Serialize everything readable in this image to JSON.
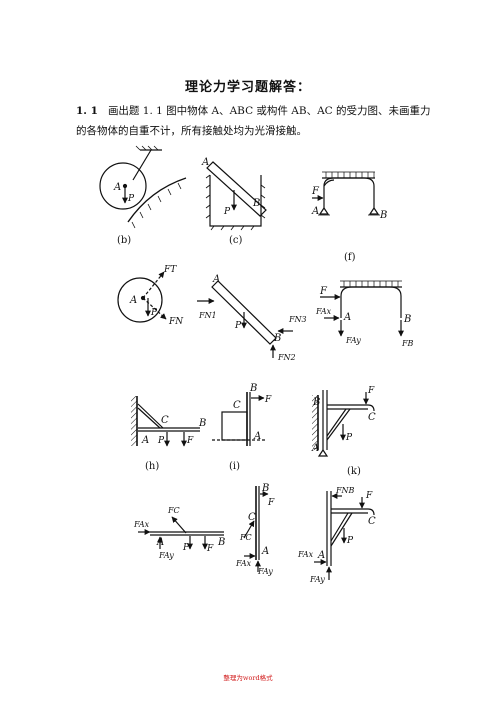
{
  "header": {
    "title": "理论力学习题解答："
  },
  "problem": {
    "number": "1. 1",
    "text": "画出题 1. 1 图中物体 A、ABC 或构件 AB、AC 的受力图、未画重力的各物体的自重不计，所有接触处均为光滑接触。"
  },
  "figures": {
    "b": {
      "caption": "(b)",
      "labels": [
        "A",
        "P"
      ]
    },
    "c": {
      "caption": "(c)",
      "labels": [
        "A",
        "B",
        "P"
      ]
    },
    "f": {
      "caption": "(f)",
      "labels": [
        "F",
        "A",
        "B"
      ]
    },
    "b_fbd": {
      "labels": [
        "A",
        "P",
        "FT",
        "FN"
      ]
    },
    "c_fbd": {
      "labels": [
        "A",
        "FN1",
        "P",
        "FN3",
        "B",
        "FN2"
      ]
    },
    "f_fbd": {
      "labels": [
        "F",
        "FAx",
        "A",
        "FAy",
        "B",
        "FB"
      ]
    },
    "h": {
      "caption": "(h)",
      "labels": [
        "C",
        "B",
        "A",
        "P",
        "F"
      ]
    },
    "i": {
      "caption": "(i)",
      "labels": [
        "B",
        "F",
        "C",
        "A"
      ]
    },
    "k": {
      "caption": "(k)",
      "labels": [
        "F",
        "B",
        "C",
        "A",
        "P"
      ]
    },
    "h_fbd": {
      "labels": [
        "FC",
        "FAx",
        "A",
        "FAy",
        "P",
        "F",
        "B"
      ]
    },
    "i_fbd": {
      "labels": [
        "B",
        "F",
        "C",
        "FC",
        "A",
        "FAx",
        "FAy"
      ]
    },
    "k_fbd": {
      "labels": [
        "FNB",
        "F",
        "C",
        "P",
        "FAx",
        "A",
        "FAy"
      ]
    }
  },
  "footer": {
    "note": "整理为word格式"
  }
}
